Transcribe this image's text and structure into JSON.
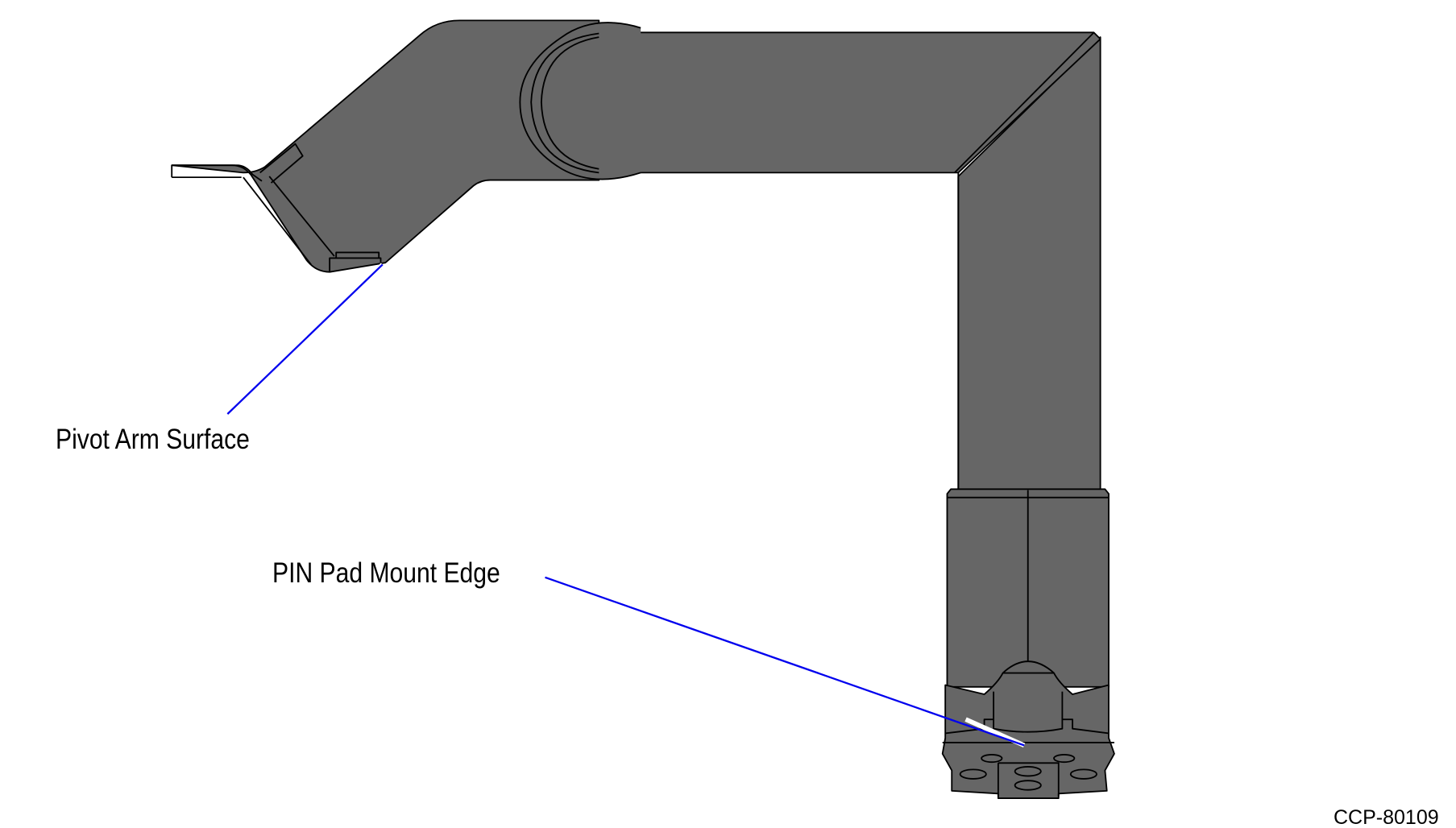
{
  "callouts": {
    "pivot_arm_surface": "Pivot Arm Surface",
    "pin_pad_mount_edge": "PIN Pad Mount Edge"
  },
  "figure_id": "CCP-80109",
  "colors": {
    "part_fill": "#666666",
    "outline": "#000000",
    "leader": "#0000ee"
  }
}
